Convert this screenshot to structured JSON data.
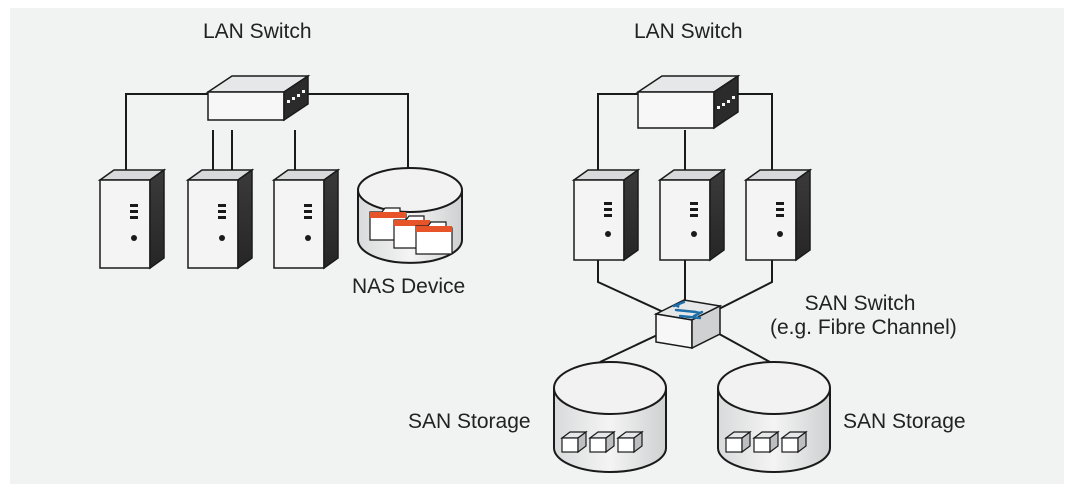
{
  "labels": {
    "lan_switch_left": "LAN Switch",
    "lan_switch_right": "LAN Switch",
    "nas_device": "NAS Device",
    "san_switch_line1": "SAN Switch",
    "san_switch_line2": "(e.g. Fibre Channel)",
    "san_storage_left": "SAN Storage",
    "san_storage_right": "SAN Storage"
  },
  "colors": {
    "background": "#f1f2f2",
    "wire": "#1a1a1a",
    "device_light": "#e6e7e8",
    "device_mid": "#bcbec0",
    "device_dark": "#2b2b2b",
    "folder_accent": "#e8542a",
    "san_switch_arrows": "#1f6ea8"
  },
  "icons": {
    "lan_switch": "network-switch-icon",
    "server": "server-tower-icon",
    "nas": "nas-storage-icon",
    "san_switch": "fibre-channel-switch-icon",
    "san_storage": "san-storage-icon"
  }
}
